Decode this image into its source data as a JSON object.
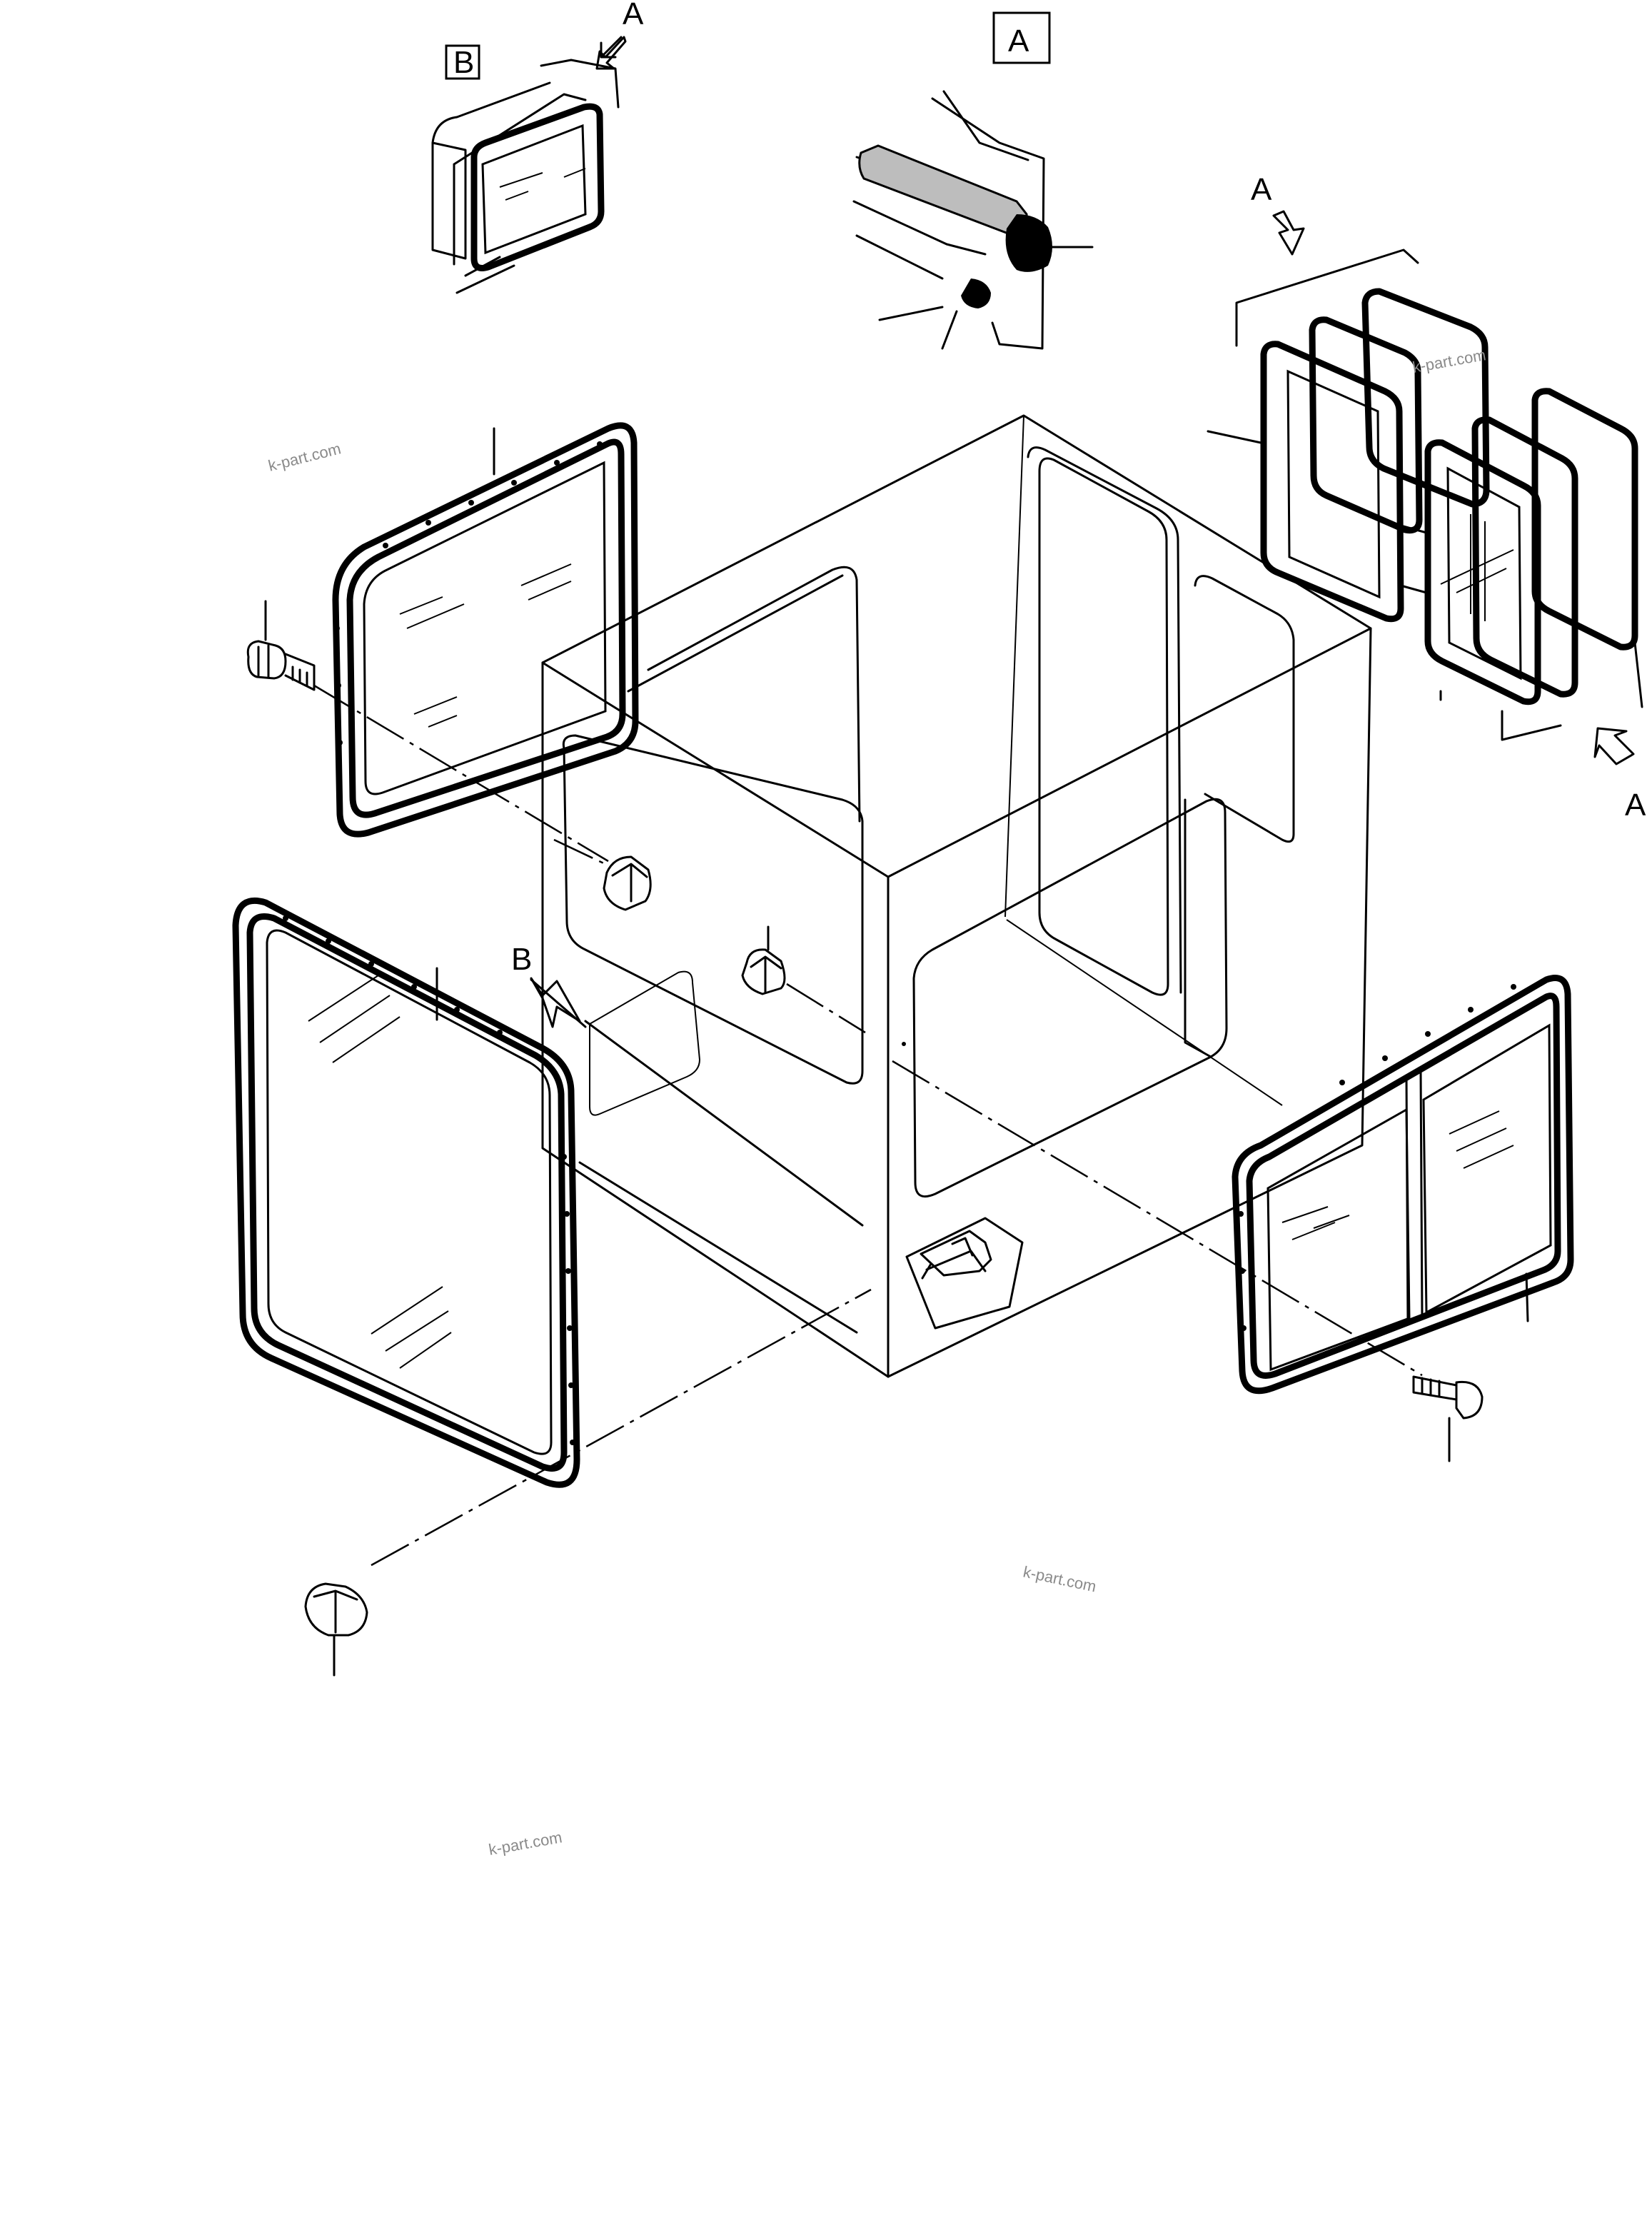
{
  "callouts": {
    "detail_a_box": "A",
    "detail_b_box": "B",
    "arrow_a_top_left": "A",
    "arrow_a_right_top": "A",
    "arrow_a_right_bottom": "A",
    "arrow_b_cab": "B"
  },
  "watermarks": [
    "k-part.com",
    "k-part.com",
    "k-part.com",
    "k-part.com"
  ]
}
